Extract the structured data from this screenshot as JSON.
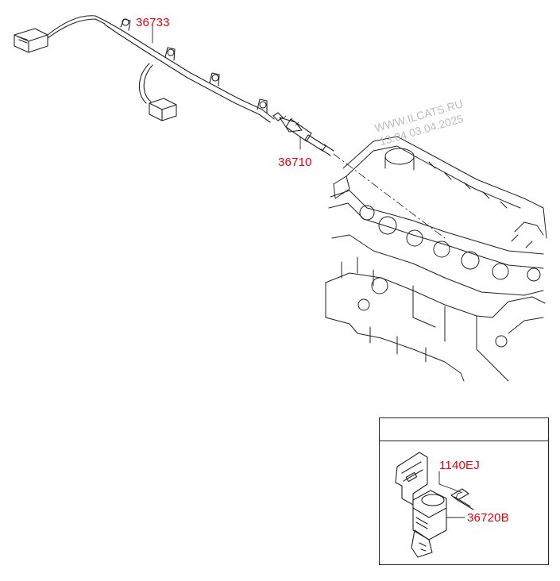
{
  "parts": {
    "harness": "36733",
    "glow_plug": "36710",
    "bolt": "1140EJ",
    "controller": "36720B"
  },
  "watermark": {
    "site": "WWW.ILCATS.RU",
    "date": "13.04 03.04.2025"
  },
  "colors": {
    "label": "#e8000d",
    "line": "#222222",
    "watermark": "#bdbdbd"
  }
}
